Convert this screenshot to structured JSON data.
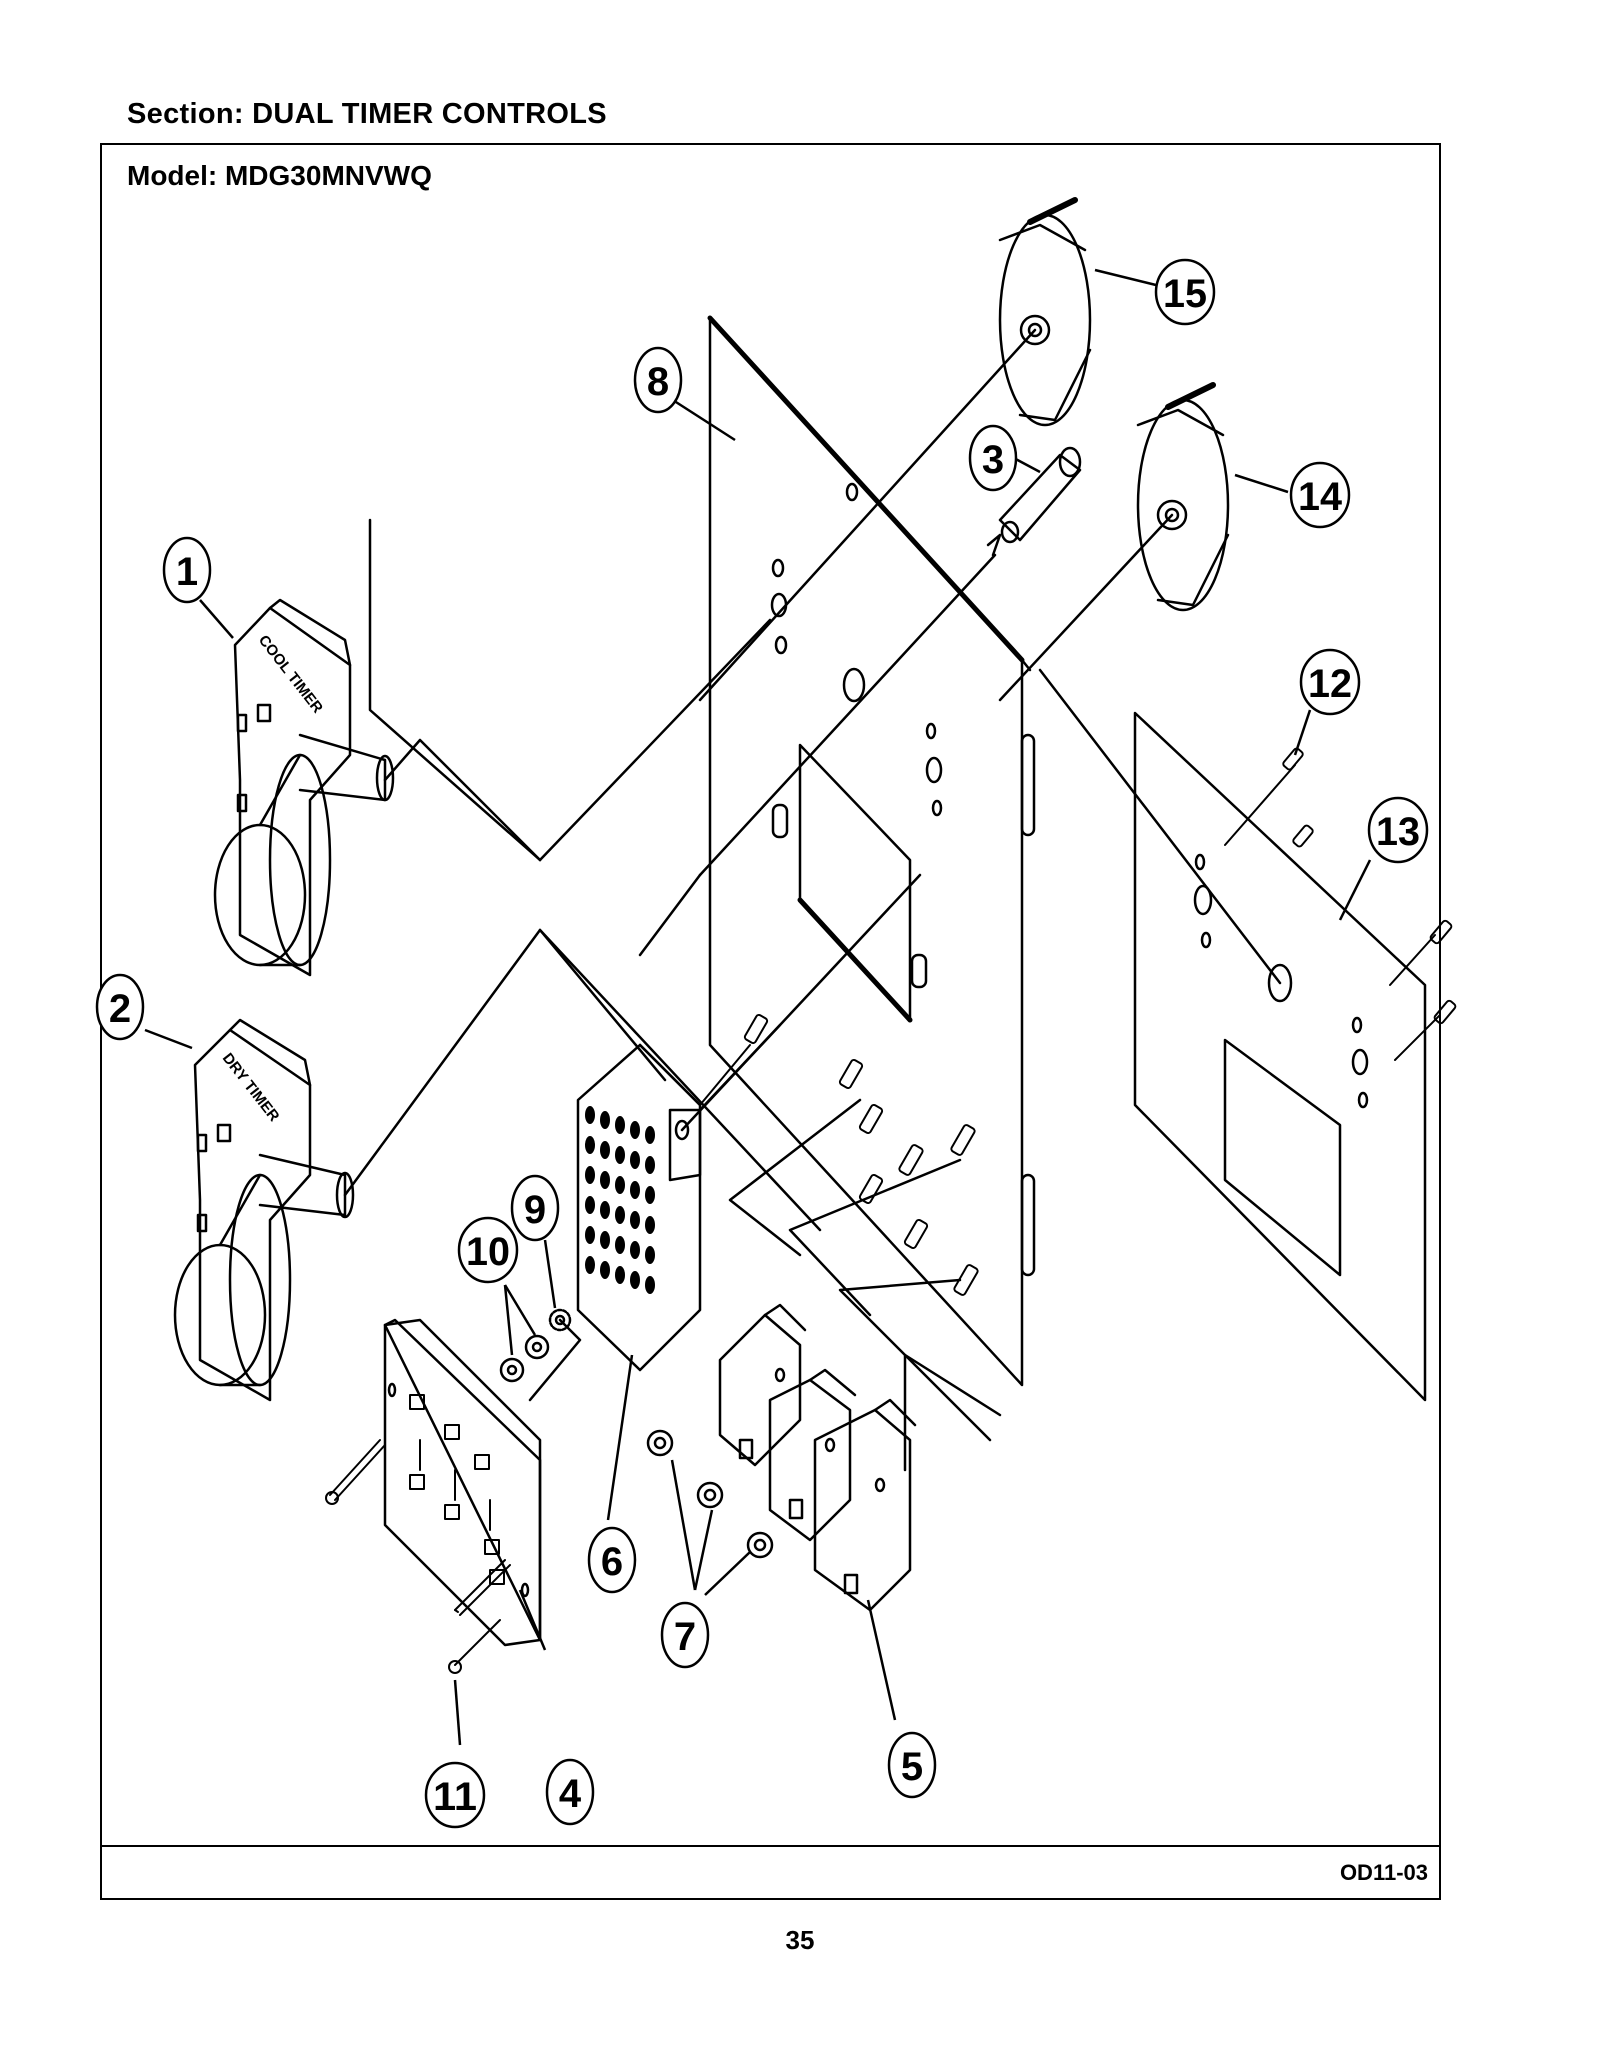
{
  "header": {
    "section": "Section:  DUAL TIMER CONTROLS",
    "model": "Model:  MDG30MNVWQ"
  },
  "timer_labels": {
    "cool": "COOL TIMER",
    "dry": "DRY TIMER"
  },
  "callouts": [
    "1",
    "2",
    "3",
    "4",
    "5",
    "6",
    "7",
    "8",
    "9",
    "10",
    "11",
    "12",
    "13",
    "14",
    "15"
  ],
  "footer": {
    "drawing_code": "OD11-03",
    "page_number": "35"
  }
}
